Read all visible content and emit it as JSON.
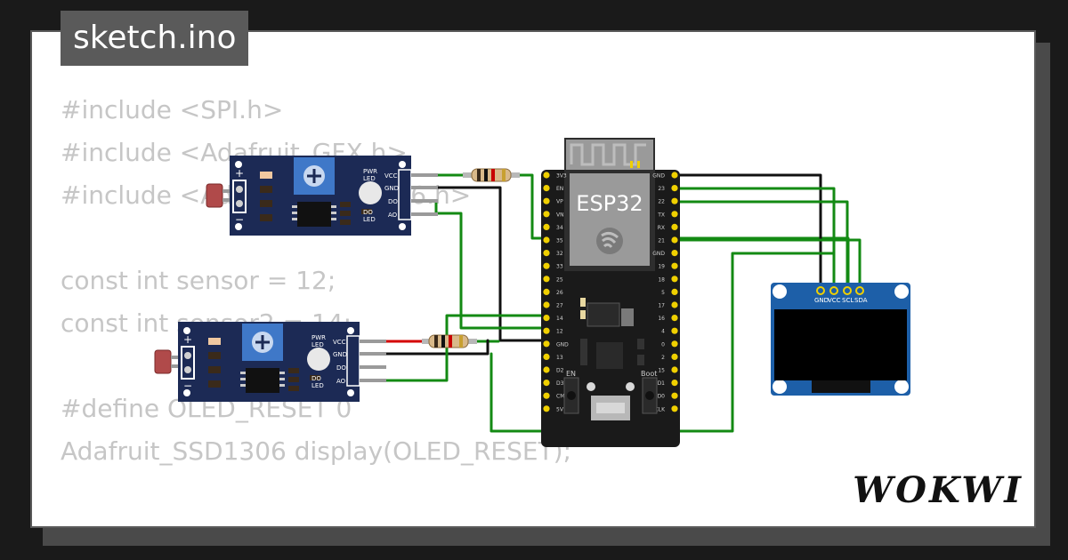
{
  "file_tab": "sketch.ino",
  "code_lines": [
    "#include <SPI.h>",
    "#include <Adafruit_GFX.h>",
    "#include <Adafruit_SSD1306.h>",
    "",
    "const int sensor = 12;",
    "const int sensor2 = 14;",
    "",
    "#define OLED_RESET 0",
    "Adafruit_SSD1306 display(OLED_RESET);"
  ],
  "brand": "WOKWI",
  "esp32": {
    "label": "ESP32",
    "left_pins": [
      "3V3",
      "EN",
      "VP",
      "VN",
      "34",
      "35",
      "32",
      "33",
      "25",
      "26",
      "27",
      "14",
      "12",
      "GND",
      "13",
      "D2",
      "D3",
      "CMD",
      "5V"
    ],
    "right_pins": [
      "GND",
      "23",
      "22",
      "TX",
      "RX",
      "21",
      "GND",
      "19",
      "18",
      "5",
      "17",
      "16",
      "4",
      "0",
      "2",
      "15",
      "D1",
      "D0",
      "CLK"
    ],
    "buttons": [
      "EN",
      "Boot"
    ]
  },
  "sensor_module": {
    "pin_labels": [
      "VCC",
      "GND",
      "DO",
      "AO"
    ],
    "pwr_led": [
      "PWR",
      "LED"
    ],
    "do_led": [
      "DO",
      "LED"
    ],
    "plus": "+",
    "minus": "−"
  },
  "oled": {
    "pin_labels": [
      "GND",
      "VCC",
      "SCL",
      "SDA"
    ]
  },
  "colors": {
    "wire_green": "#138a13",
    "wire_black": "#111111",
    "wire_red": "#d40000",
    "board_navy": "#1c2a55",
    "esp_board": "#1a1a1a",
    "oled_blue": "#1d5fa8",
    "header_pin": "#f0d000"
  }
}
